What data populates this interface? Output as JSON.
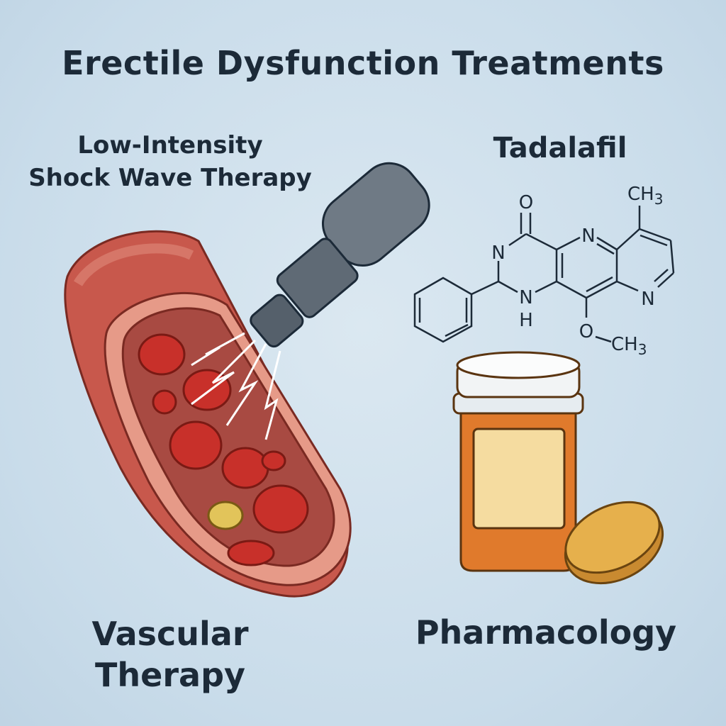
{
  "title": "Erectile Dysfunction Treatments",
  "sections": {
    "shockwave": {
      "line1": "Low-Intensity",
      "line2": "Shock Wave Therapy"
    },
    "drug": {
      "name": "Tadalafil"
    },
    "vascular": {
      "line1": "Vascular",
      "line2": "Therapy"
    },
    "pharmacology": {
      "label": "Pharmacology"
    }
  },
  "molecule": {
    "atoms": {
      "O": "O",
      "N1": "N",
      "N2": "N",
      "N3": "N",
      "N4": "N",
      "H": "H",
      "O2": "O",
      "CH3_top": "CH",
      "CH3_bottom": "CH",
      "sub3": "3"
    }
  },
  "colors": {
    "background": "#cfe0ec",
    "text": "#1c2a38",
    "vessel": "#c8584c",
    "cell": "#c8302a",
    "bottle": "#e07a2c",
    "pill": "#e6b04c"
  }
}
